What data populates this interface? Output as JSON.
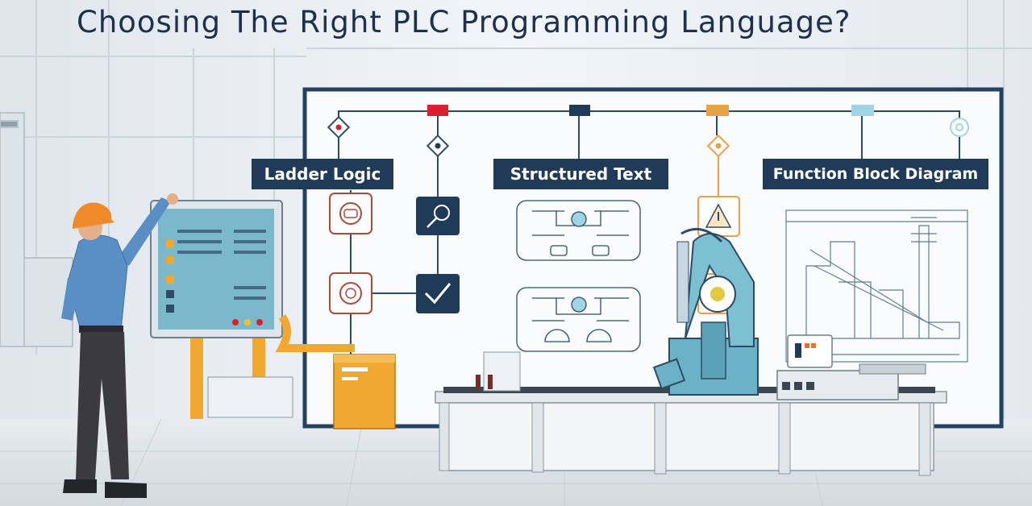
{
  "title": "Choosing The Right PLC Programming Language?",
  "labels": {
    "ladder_logic": "Ladder Logic",
    "structured_text": "Structured Text",
    "function_block_diagram": "Function Block Diagram"
  },
  "colors": {
    "title": "#1e3050",
    "label_bg": "#1f3b58",
    "board_frame": "#25415f",
    "accent_red": "#d8202f",
    "accent_navy": "#1f3b58",
    "accent_orange": "#e8a04a",
    "accent_lightblue": "#9fd3e6",
    "robot_teal": "#6ab3c6",
    "cabinet_orange": "#f0a830",
    "hardhat": "#f08a2a",
    "shirt": "#5a8fc6"
  },
  "icons": [
    "diamond-red-node-icon",
    "diamond-navy-node-icon",
    "diamond-orange-node-icon",
    "circle-node-icon",
    "motor-icon",
    "key-search-icon",
    "checkmark-icon",
    "warning-triangle-icon",
    "lamp-icon"
  ]
}
